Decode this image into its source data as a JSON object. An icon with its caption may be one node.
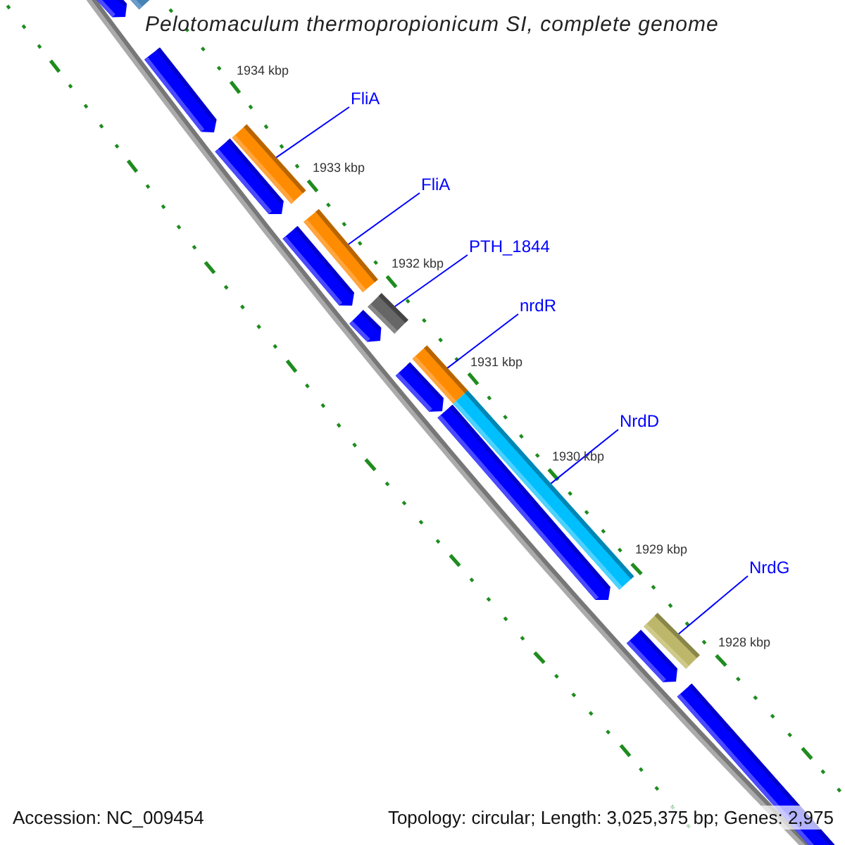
{
  "diagram": {
    "title": "Pelotomaculum thermopropionicum SI, complete genome",
    "nodes": [
      {
        "text": [
          "FliA"
        ]
      },
      {
        "text": [
          "FliA"
        ]
      },
      {
        "text": [
          "PTH_1844"
        ]
      },
      {
        "text": [
          "nrdR"
        ]
      },
      {
        "text": [
          "NrdD"
        ]
      },
      {
        "text": [
          "NrdG"
        ]
      },
      {
        "text": [],
        "shape": "bar"
      },
      {
        "text": [],
        "shape": "bar"
      },
      {
        "text": [],
        "shape": "bar"
      },
      {
        "text": [],
        "shape": "bar"
      },
      {
        "text": [],
        "shape": "bar"
      },
      {
        "text": [],
        "shape": "bar"
      },
      {
        "text": [],
        "shape": "bar"
      },
      {
        "text": [],
        "shape": "bar"
      },
      {
        "text": [],
        "shape": "bar"
      },
      {
        "text": [],
        "shape": "bar"
      },
      {
        "text": [],
        "shape": "bar"
      },
      {
        "text": [],
        "shape": "bar"
      },
      {
        "text": [],
        "shape": "bar"
      },
      {
        "text": [],
        "shape": "bar"
      },
      {
        "text": [],
        "shape": "bar"
      },
      {
        "text": [],
        "shape": "bar"
      }
    ],
    "edges": [
      {
        "from": 0,
        "to": 6,
        "arrow": "none"
      },
      {
        "from": 1,
        "to": 7,
        "arrow": "none"
      },
      {
        "from": 2,
        "to": 8,
        "arrow": "none"
      },
      {
        "from": 3,
        "to": 9,
        "arrow": "none"
      },
      {
        "from": 4,
        "to": 10,
        "arrow": "none"
      },
      {
        "from": 5,
        "to": 11,
        "arrow": "none"
      }
    ],
    "labels": [
      "1934 kbp",
      "1933 kbp",
      "1932 kbp",
      "1931 kbp",
      "1930 kbp",
      "1929 kbp",
      "1928 kbp",
      "Accession: NC_009454",
      "Topology: circular; Length: 3,025,375 bp; Genes: 2,975"
    ]
  }
}
